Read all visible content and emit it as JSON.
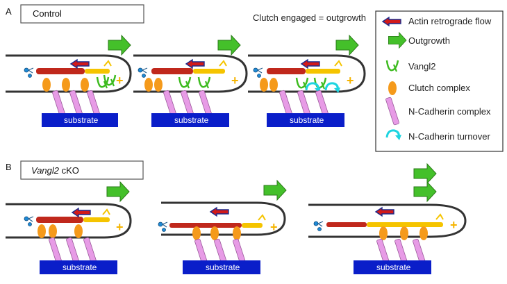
{
  "colors": {
    "actin_red": "#c0281c",
    "actin_yellow": "#f5c400",
    "flow_arrow": "#d11a1a",
    "outgrowth": "#44c02a",
    "vangl2": "#3dbb1f",
    "clutch": "#f59a1b",
    "cadherin": "#e79be6",
    "turnover": "#1ed4e0",
    "substrate": "#0a1ec9"
  },
  "panels": {
    "a": {
      "letter": "A",
      "title": "Control",
      "caption": "Clutch engaged = outgrowth"
    },
    "b": {
      "letter": "B",
      "title_italic": "Vangl2",
      "title_rest": " cKO"
    }
  },
  "plus_sign": "+",
  "substrate_label": "substrate",
  "legend": {
    "actin_flow": "Actin  retrograde flow",
    "outgrowth": "Outgrowth",
    "vangl2": "Vangl2",
    "clutch": "Clutch complex",
    "cadherin": "N-Cadherin complex",
    "turnover": "N-Cadherin turnover"
  }
}
